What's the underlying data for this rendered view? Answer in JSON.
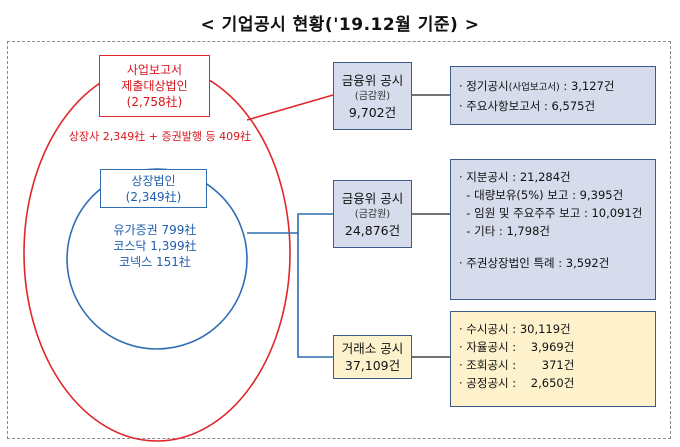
{
  "title": "< 기업공시 현황('19.12월 기준) >",
  "left": {
    "reporting_box": {
      "line1": "사업보고서",
      "line2": "제출대상법인",
      "line3": "(2,758社)"
    },
    "breakdown": "상장사 2,349社 + 증권발행 등 409社",
    "listed_box": {
      "line1": "상장법인",
      "line2": "(2,349社)"
    },
    "markets": [
      "유가증권 799社",
      "코스닥 1,399社",
      "코넥스 151社"
    ]
  },
  "boxes": {
    "fsc1": {
      "title": "금융위 공시",
      "sub": "(금감원)",
      "count": "9,702건"
    },
    "fsc2": {
      "title": "금융위 공시",
      "sub": "(금감원)",
      "count": "24,876건"
    },
    "krx": {
      "title": "거래소 공시",
      "count": "37,109건"
    }
  },
  "lists": {
    "list1": {
      "items": [
        {
          "pre": "· 정기공시",
          "sub": "(사업보고서)",
          "post": " : 3,127건"
        },
        {
          "pre": "· 주요사항보고서 : 6,575건"
        }
      ]
    },
    "list2": {
      "items": [
        "· 지분공시 : 21,284건",
        "  - 대량보유(5%) 보고 : 9,395건",
        "  - 임원 및 주요주주 보고 : 10,091건",
        "  - 기타 : 1,798건",
        "· 주권상장법인 특례 : 3,592건"
      ]
    },
    "list3": {
      "items": [
        "· 수시공시 : 30,119건",
        "· 자율공시 :    3,969건",
        "· 조회공시 :       371건",
        "· 공정공시 :    2,650건"
      ]
    }
  },
  "colors": {
    "red": "#e0262b",
    "blue": "#2f6db3",
    "box_blue": "#d6dcec",
    "box_yellow": "#fdf2cc"
  }
}
